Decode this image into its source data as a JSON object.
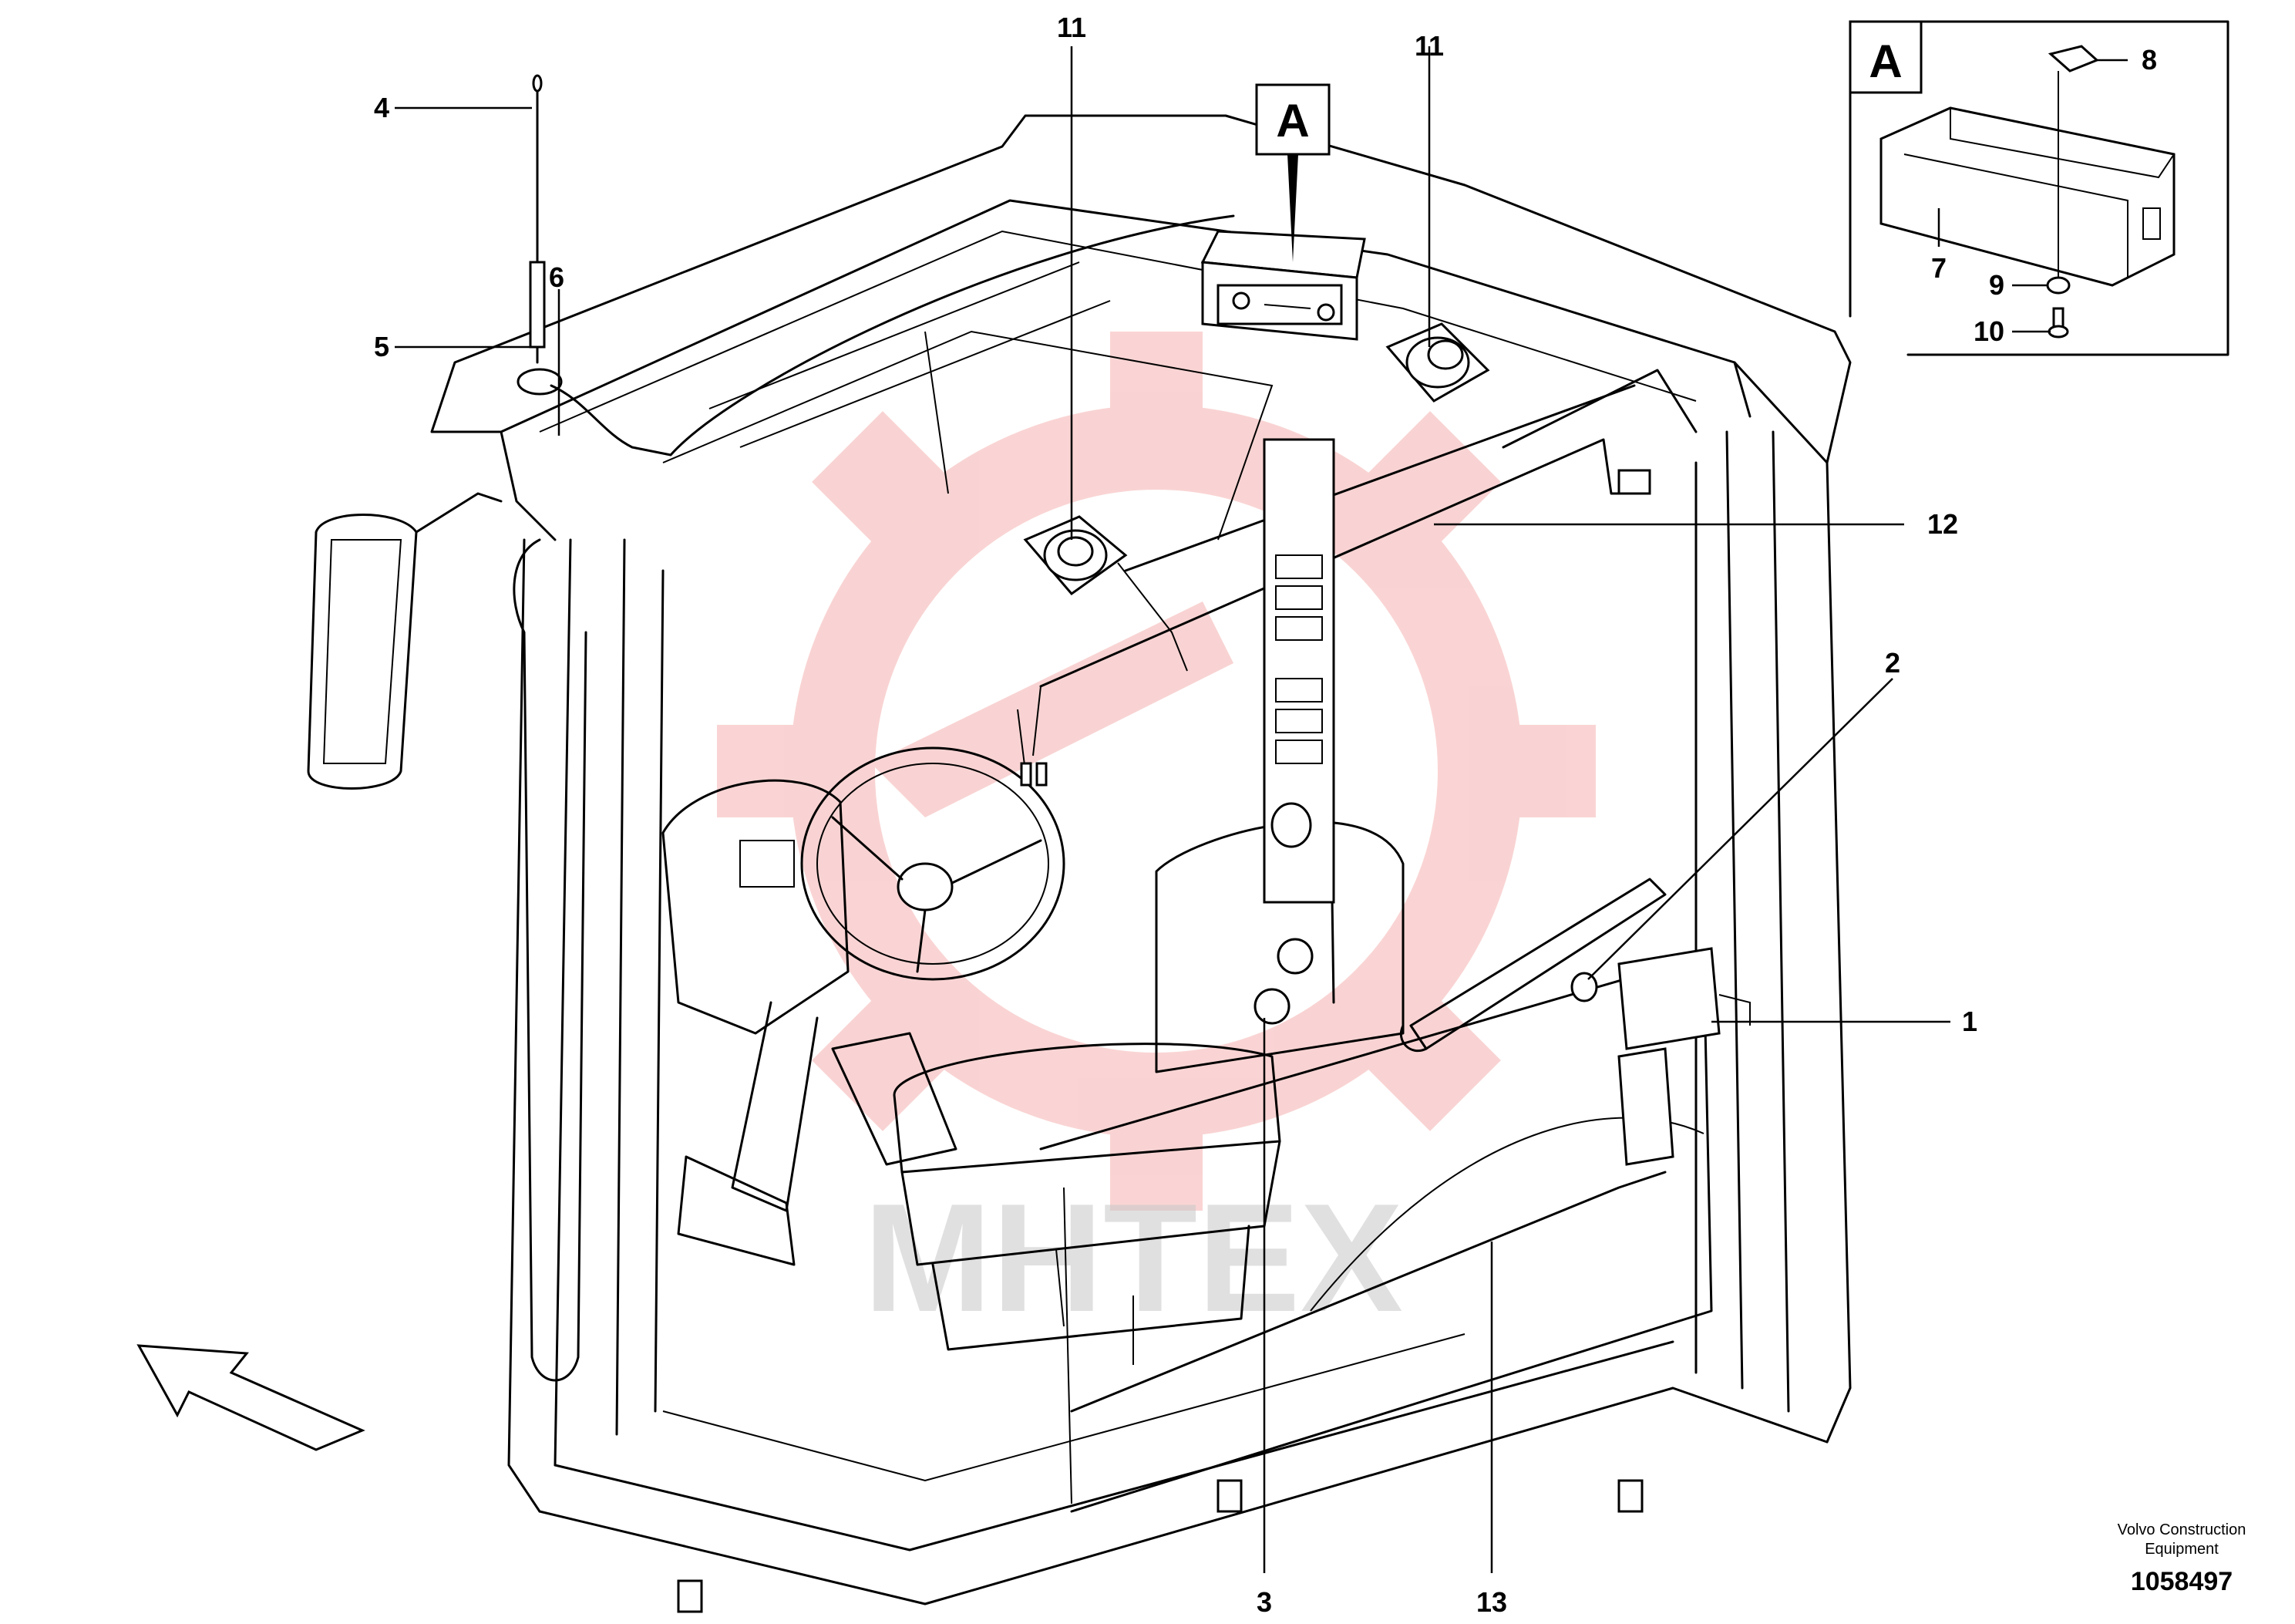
{
  "diagram": {
    "callouts": [
      {
        "id": "1",
        "label": "1"
      },
      {
        "id": "2",
        "label": "2"
      },
      {
        "id": "3",
        "label": "3"
      },
      {
        "id": "4",
        "label": "4"
      },
      {
        "id": "5",
        "label": "5"
      },
      {
        "id": "6",
        "label": "6"
      },
      {
        "id": "11a",
        "label": "11"
      },
      {
        "id": "11b",
        "label": "11"
      },
      {
        "id": "12",
        "label": "12"
      },
      {
        "id": "13",
        "label": "13"
      }
    ],
    "detail_marker": "A",
    "detail_view": {
      "label": "A",
      "callouts": [
        {
          "id": "7",
          "label": "7"
        },
        {
          "id": "8",
          "label": "8"
        },
        {
          "id": "9",
          "label": "9"
        },
        {
          "id": "10",
          "label": "10"
        }
      ]
    },
    "publisher_line1": "Volvo Construction",
    "publisher_line2": "Equipment",
    "doc_number": "1058497",
    "watermark_text": "MHTEX",
    "watermark_color": "#e83a3a"
  }
}
